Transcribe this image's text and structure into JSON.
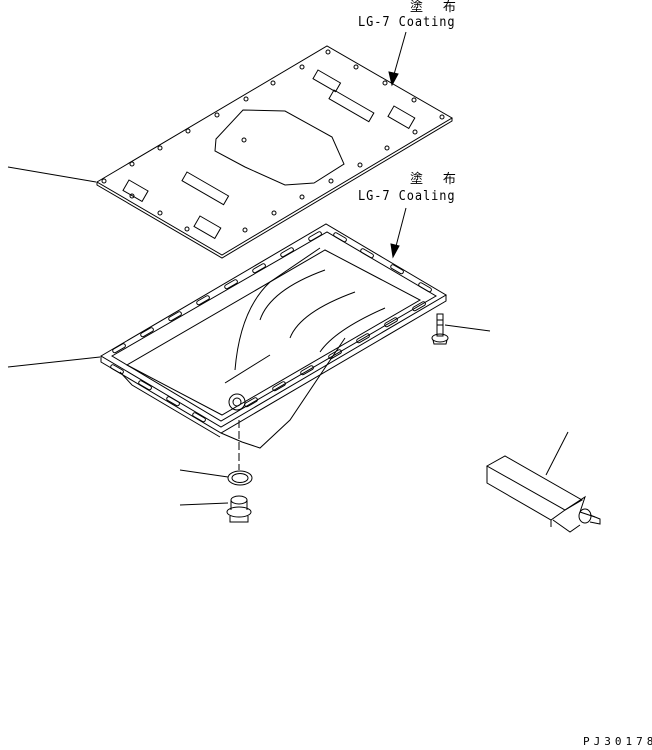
{
  "diagram": {
    "type": "exploded parts illustration",
    "subject": "oil pan assembly",
    "annotations": [
      {
        "id": "coating-1",
        "jp": "塗 布",
        "en": "LG-7 Coating",
        "target": "gasket plate"
      },
      {
        "id": "coating-2",
        "jp": "塗 布",
        "en": "LG-7 Coaling",
        "target": "oil pan flange"
      }
    ],
    "parts": [
      {
        "name": "gasket-plate",
        "leader": "left"
      },
      {
        "name": "oil-pan",
        "leader": "left"
      },
      {
        "name": "flange-bolt",
        "leader": "right"
      },
      {
        "name": "o-ring-washer",
        "leader": "left"
      },
      {
        "name": "drain-plug",
        "leader": "left"
      },
      {
        "name": "heater-element",
        "leader": "top"
      }
    ],
    "figure_code": "PJ30178"
  }
}
